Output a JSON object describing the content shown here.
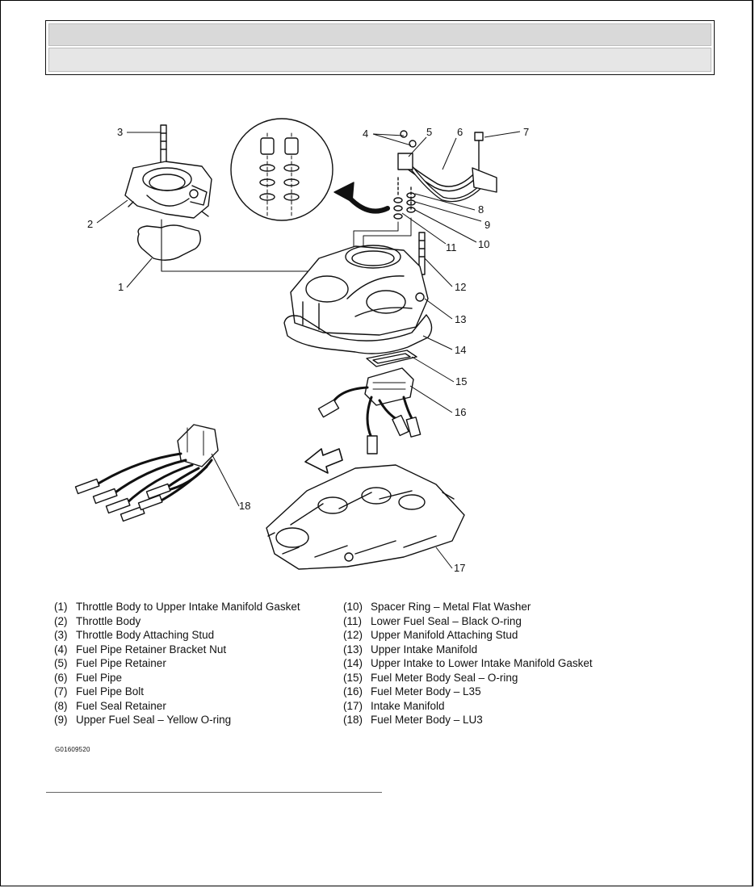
{
  "diagram": {
    "callouts": [
      "1",
      "2",
      "3",
      "4",
      "5",
      "6",
      "7",
      "8",
      "9",
      "10",
      "11",
      "12",
      "13",
      "14",
      "15",
      "16",
      "17",
      "18"
    ]
  },
  "legend": {
    "left": [
      {
        "num": "(1)",
        "text": "Throttle Body to Upper Intake Manifold Gasket"
      },
      {
        "num": "(2)",
        "text": "Throttle Body"
      },
      {
        "num": "(3)",
        "text": "Throttle Body Attaching Stud"
      },
      {
        "num": "(4)",
        "text": "Fuel Pipe Retainer Bracket Nut"
      },
      {
        "num": "(5)",
        "text": "Fuel Pipe Retainer"
      },
      {
        "num": "(6)",
        "text": "Fuel Pipe"
      },
      {
        "num": "(7)",
        "text": "Fuel Pipe Bolt"
      },
      {
        "num": "(8)",
        "text": "Fuel Seal Retainer"
      },
      {
        "num": "(9)",
        "text": "Upper Fuel Seal – Yellow O-ring"
      }
    ],
    "right": [
      {
        "num": "(10)",
        "text": "Spacer Ring – Metal Flat Washer"
      },
      {
        "num": "(11)",
        "text": "Lower Fuel Seal – Black O-ring"
      },
      {
        "num": "(12)",
        "text": "Upper Manifold Attaching Stud"
      },
      {
        "num": "(13)",
        "text": "Upper Intake Manifold"
      },
      {
        "num": "(14)",
        "text": "Upper Intake to Lower Intake Manifold Gasket"
      },
      {
        "num": "(15)",
        "text": "Fuel Meter Body Seal – O-ring"
      },
      {
        "num": "(16)",
        "text": "Fuel Meter Body – L35"
      },
      {
        "num": "(17)",
        "text": "Intake Manifold"
      },
      {
        "num": "(18)",
        "text": "Fuel Meter Body – LU3"
      }
    ]
  },
  "figure_code": "G01609520"
}
